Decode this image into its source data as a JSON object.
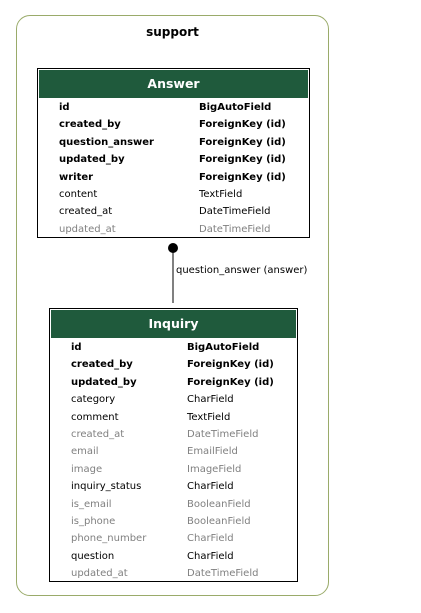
{
  "cluster": {
    "title": "support"
  },
  "answer": {
    "title": "Answer",
    "fields": [
      {
        "name": "id",
        "type": "BigAutoField",
        "style": "bold"
      },
      {
        "name": "created_by",
        "type": "ForeignKey (id)",
        "style": "bold"
      },
      {
        "name": "question_answer",
        "type": "ForeignKey (id)",
        "style": "bold"
      },
      {
        "name": "updated_by",
        "type": "ForeignKey (id)",
        "style": "bold"
      },
      {
        "name": "writer",
        "type": "ForeignKey (id)",
        "style": "bold"
      },
      {
        "name": "content",
        "type": "TextField",
        "style": "normal"
      },
      {
        "name": "created_at",
        "type": "DateTimeField",
        "style": "normal"
      },
      {
        "name": "updated_at",
        "type": "DateTimeField",
        "style": "muted"
      }
    ]
  },
  "inquiry": {
    "title": "Inquiry",
    "fields": [
      {
        "name": "id",
        "type": "BigAutoField",
        "style": "bold"
      },
      {
        "name": "created_by",
        "type": "ForeignKey (id)",
        "style": "bold"
      },
      {
        "name": "updated_by",
        "type": "ForeignKey (id)",
        "style": "bold"
      },
      {
        "name": "category",
        "type": "CharField",
        "style": "normal"
      },
      {
        "name": "comment",
        "type": "TextField",
        "style": "normal"
      },
      {
        "name": "created_at",
        "type": "DateTimeField",
        "style": "muted"
      },
      {
        "name": "email",
        "type": "EmailField",
        "style": "muted"
      },
      {
        "name": "image",
        "type": "ImageField",
        "style": "muted"
      },
      {
        "name": "inquiry_status",
        "type": "CharField",
        "style": "normal"
      },
      {
        "name": "is_email",
        "type": "BooleanField",
        "style": "muted"
      },
      {
        "name": "is_phone",
        "type": "BooleanField",
        "style": "muted"
      },
      {
        "name": "phone_number",
        "type": "CharField",
        "style": "muted"
      },
      {
        "name": "question",
        "type": "CharField",
        "style": "normal"
      },
      {
        "name": "updated_at",
        "type": "DateTimeField",
        "style": "muted"
      }
    ]
  },
  "relation": {
    "label": "question_answer (answer)"
  }
}
